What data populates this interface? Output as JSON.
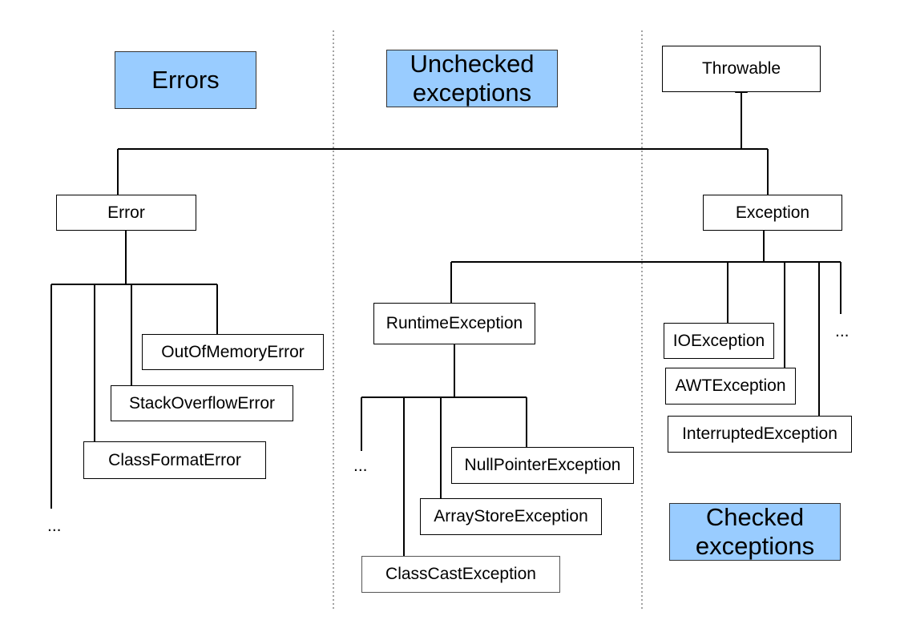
{
  "sections": {
    "errors": "Errors",
    "unchecked": [
      "Unchecked",
      "exceptions"
    ],
    "checked": [
      "Checked",
      "exceptions"
    ]
  },
  "classes": {
    "throwable": "Throwable",
    "error": "Error",
    "exception": "Exception",
    "runtime_exception": "RuntimeException",
    "out_of_memory_error": "OutOfMemoryError",
    "stack_overflow_error": "StackOverflowError",
    "class_format_error": "ClassFormatError",
    "null_pointer_exception": "NullPointerException",
    "array_store_exception": "ArrayStoreException",
    "class_cast_exception": "ClassCastException",
    "io_exception": "IOException",
    "awt_exception": "AWTException",
    "interrupted_exception": "InterruptedException"
  },
  "more_marker": "...",
  "colors": {
    "section_fill": "#99ccff",
    "line": "#000000",
    "divider": "#666666"
  }
}
